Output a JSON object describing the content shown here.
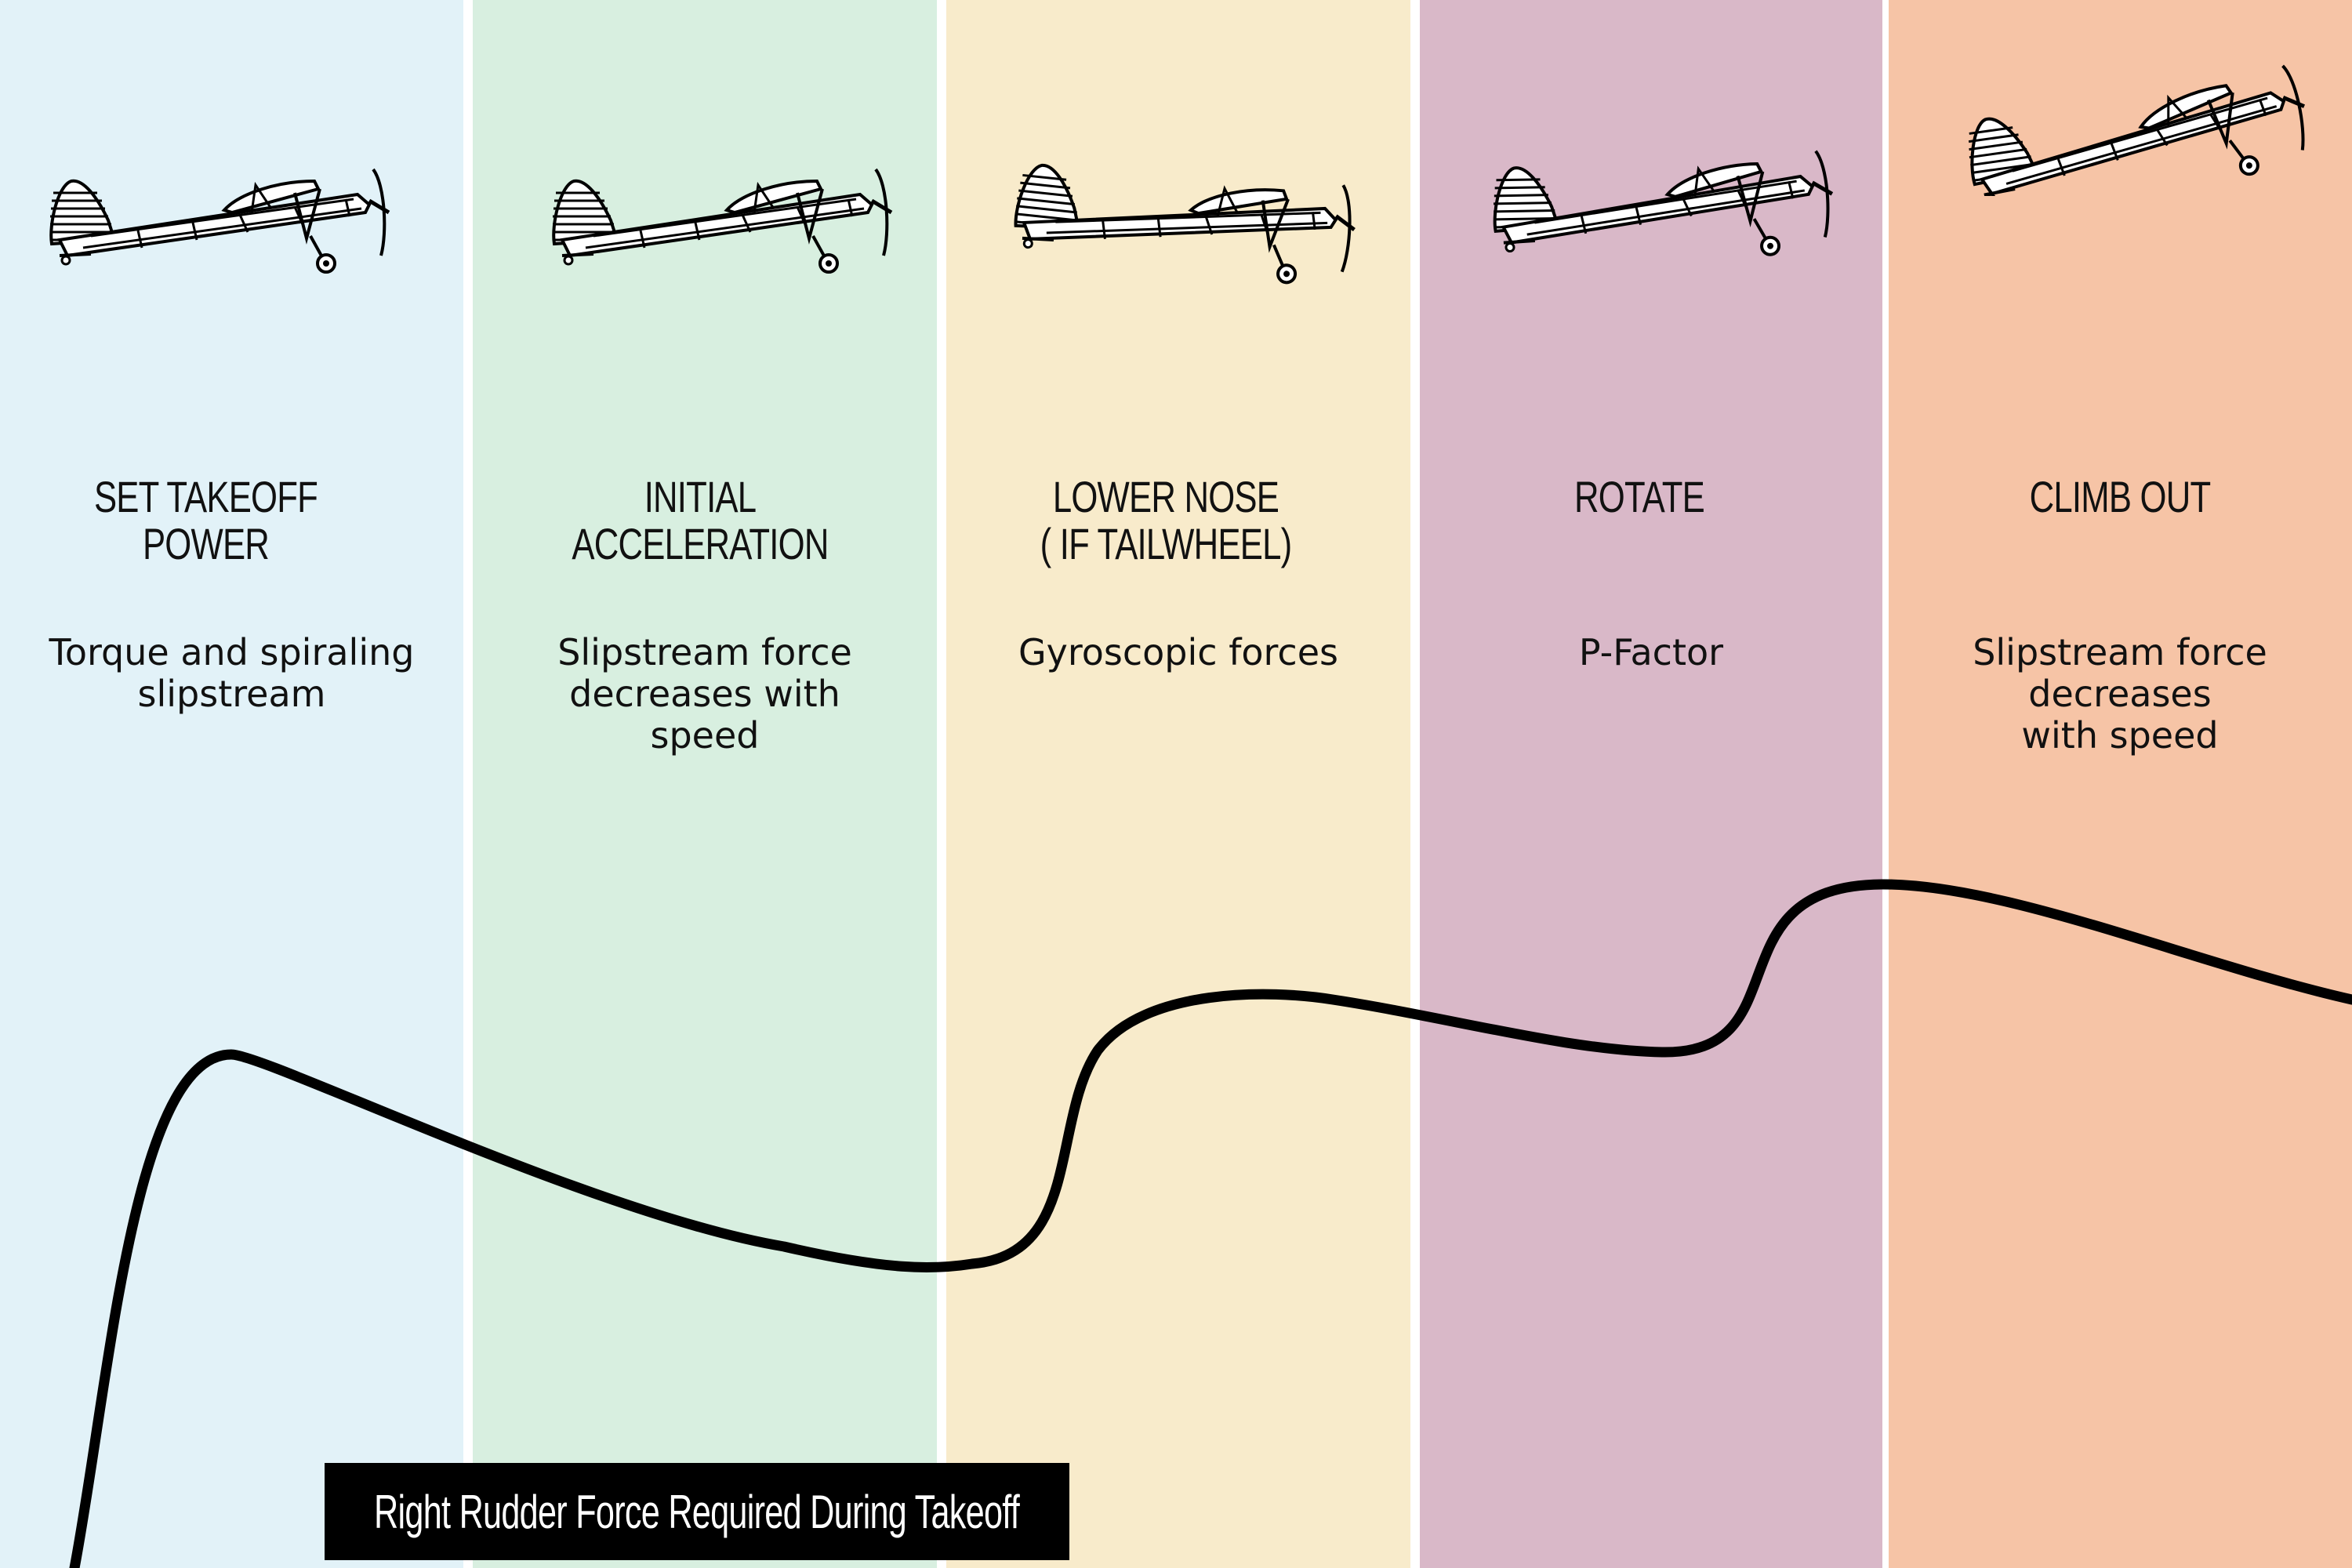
{
  "phases": [
    {
      "title": "SET TAKEOFF POWER",
      "description": "Torque and spiraling\nslipstream",
      "color": "#e2f2f8"
    },
    {
      "title": "INITIAL ACCELERATION",
      "description": "Slipstream force\ndecreases with\nspeed",
      "color": "#d8efe0"
    },
    {
      "title": "LOWER NOSE\n( IF TAILWHEEL)",
      "description": "Gyroscopic forces",
      "color": "#f8ebcb"
    },
    {
      "title": "ROTATE",
      "description": "P-Factor",
      "color": "#d9b8c8"
    },
    {
      "title": "CLIMB OUT",
      "description": "Slipstream force\ndecreases\nwith speed",
      "color": "#f6c4a6"
    }
  ],
  "caption": "Right Rudder Force Required During Takeoff",
  "icons": {
    "phase_icon": "airplane-icon"
  },
  "colors": {
    "curve": "#000000",
    "caption_bg": "#000000",
    "caption_text": "#ffffff",
    "divider": "#ffffff"
  }
}
